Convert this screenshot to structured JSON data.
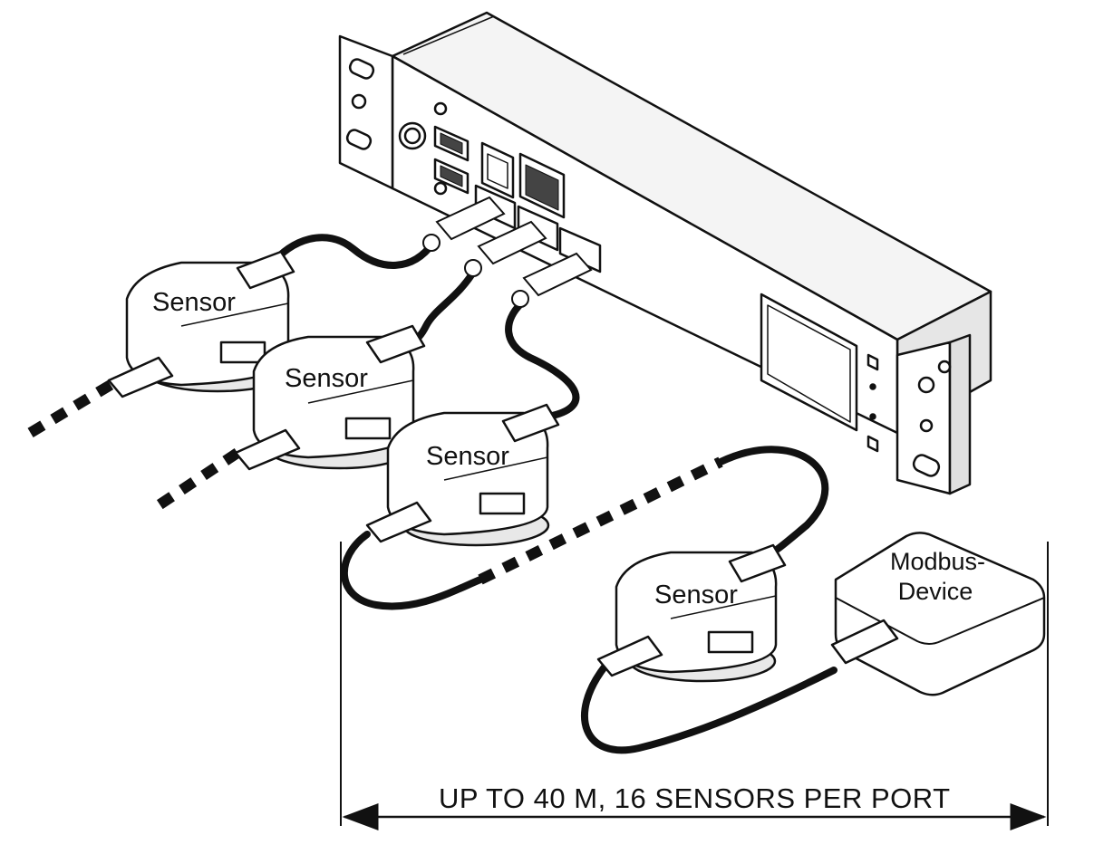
{
  "sensors": [
    {
      "label": "Sensor"
    },
    {
      "label": "Sensor"
    },
    {
      "label": "Sensor"
    },
    {
      "label": "Sensor"
    }
  ],
  "modbus_device": {
    "line1": "Modbus-",
    "line2": "Device"
  },
  "span_label": "UP TO 40 M, 16 SENSORS PER PORT",
  "colors": {
    "line": "#111111",
    "body": "#ffffff",
    "shade": "#d9d9d9",
    "cable": "#111111"
  }
}
